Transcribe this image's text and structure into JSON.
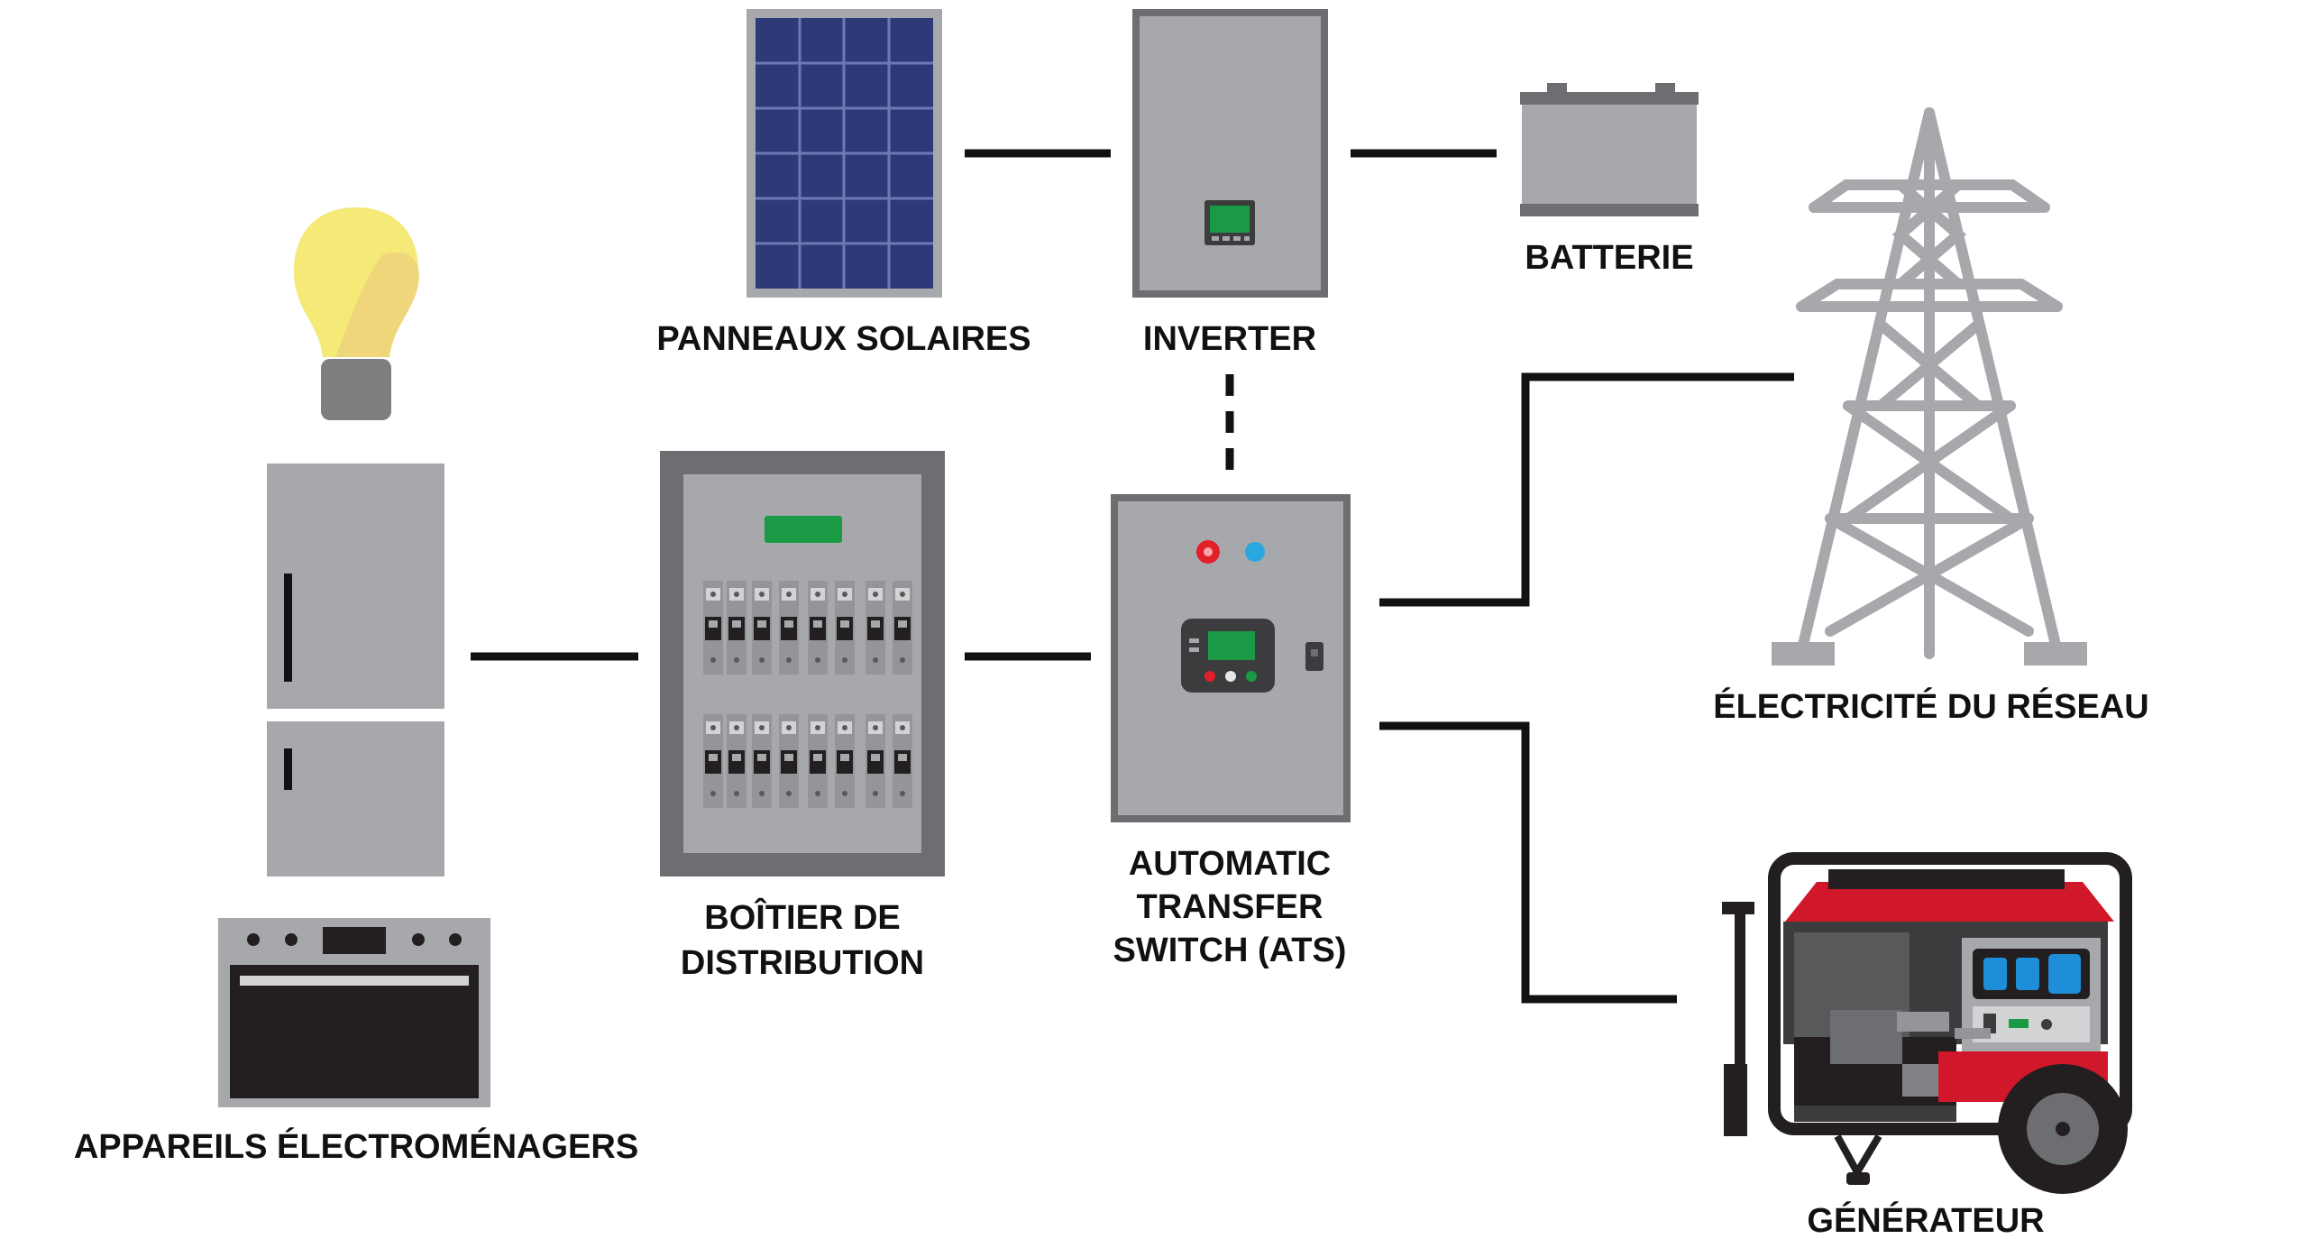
{
  "labels": {
    "solar_panels": "PANNEAUX SOLAIRES",
    "inverter": "INVERTER",
    "battery": "BATTERIE",
    "grid": "ÉLECTRICITÉ DU RÉSEAU",
    "distribution_line1": "BOÎTIER DE",
    "distribution_line2": "DISTRIBUTION",
    "ats_line1": "AUTOMATIC",
    "ats_line2": "TRANSFER",
    "ats_line3": "SWITCH (ATS)",
    "appliances": "APPAREILS ÉLECTROMÉNAGERS",
    "generator": "GÉNÉRATEUR"
  },
  "colors": {
    "wire": "#111111",
    "device_gray": "#a6a8ab",
    "device_border": "#6d6e71",
    "display_green": "#1a9a45",
    "solar_cell": "#2e3a78",
    "bulb_yellow": "#f5ea78",
    "generator_red": "#d1182b",
    "socket_blue": "#1e8ed8",
    "led_red": "#e3202a",
    "led_blue": "#29a8e0"
  },
  "icons": [
    "solar-panel-icon",
    "inverter-icon",
    "battery-icon",
    "transmission-tower-icon",
    "distribution-box-icon",
    "ats-icon",
    "light-bulb-icon",
    "refrigerator-icon",
    "oven-icon",
    "generator-icon"
  ],
  "connections": [
    {
      "from": "solar_panels",
      "to": "inverter",
      "style": "solid"
    },
    {
      "from": "inverter",
      "to": "battery",
      "style": "solid"
    },
    {
      "from": "inverter",
      "to": "ats",
      "style": "dashed"
    },
    {
      "from": "appliances",
      "to": "distribution",
      "style": "solid"
    },
    {
      "from": "distribution",
      "to": "ats",
      "style": "solid"
    },
    {
      "from": "ats",
      "to": "grid",
      "style": "solid"
    },
    {
      "from": "ats",
      "to": "generator",
      "style": "solid"
    }
  ]
}
